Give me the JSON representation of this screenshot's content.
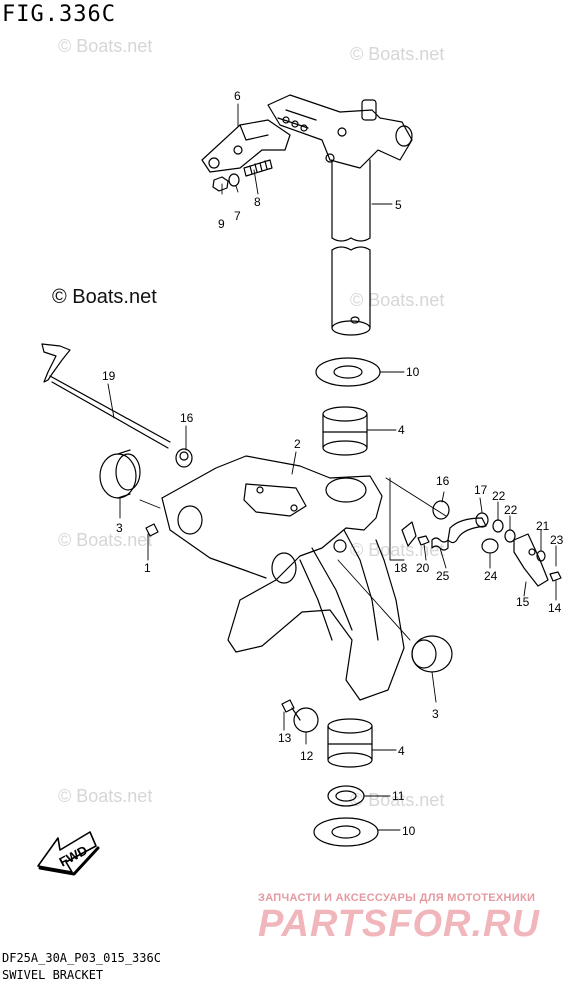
{
  "figure": {
    "title": "FIG.336C",
    "code": "DF25A_30A_P03_015_336C",
    "caption": "SWIVEL BRACKET"
  },
  "watermark": {
    "faint": "© Boats.net",
    "dark": "© Boats.net"
  },
  "ad": {
    "subtitle": "ЗАПЧАСТИ И АКСЕССУАРЫ ДЛЯ МОТОТЕХНИКИ",
    "logo": "PARTSFOR.RU"
  },
  "fwd_label": "FWD",
  "callouts": {
    "p1": "1",
    "p2": "2",
    "p3a": "3",
    "p3b": "3",
    "p4a": "4",
    "p4b": "4",
    "p5": "5",
    "p6": "6",
    "p7": "7",
    "p8": "8",
    "p9": "9",
    "p10a": "10",
    "p10b": "10",
    "p11": "11",
    "p12": "12",
    "p13": "13",
    "p14": "14",
    "p15": "15",
    "p16a": "16",
    "p16b": "16",
    "p17": "17",
    "p18": "18",
    "p19": "19",
    "p20": "20",
    "p21": "21",
    "p22a": "22",
    "p22b": "22",
    "p23": "23",
    "p24": "24",
    "p25": "25"
  }
}
